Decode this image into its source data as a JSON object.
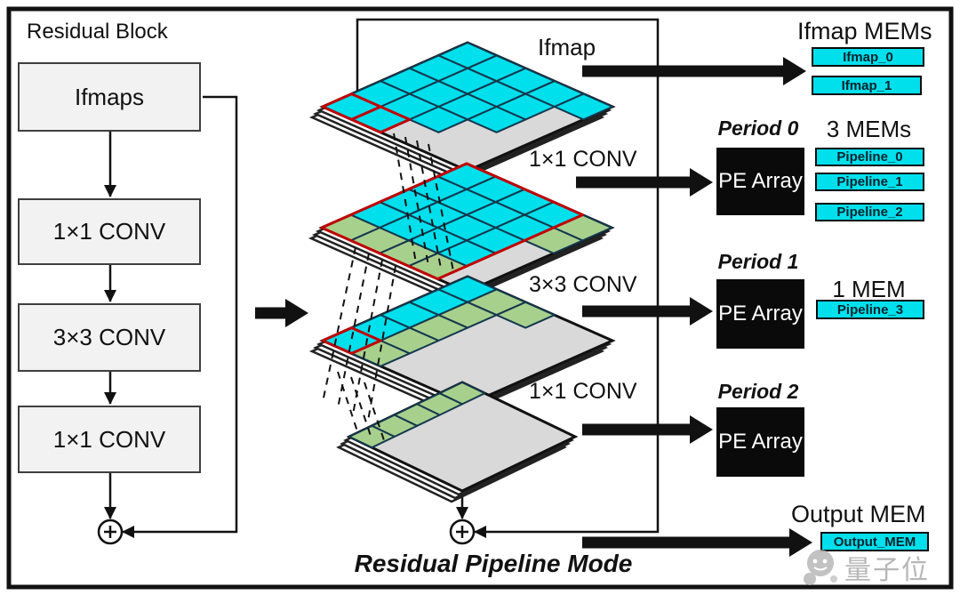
{
  "colors": {
    "cyan": "#00DFEC",
    "green": "#A8D08D",
    "gray": "#D9D9D9",
    "red": "#C00000",
    "cell_stroke": "#14384e",
    "ink": "#111111"
  },
  "left_panel": {
    "title": "Residual Block",
    "boxes": [
      "Ifmaps",
      "1×1 CONV",
      "3×3 CONV",
      "1×1 CONV"
    ],
    "adder": "+"
  },
  "stack_panel": {
    "ifmap_label": "Ifmap",
    "conv_labels": [
      "1×1 CONV",
      "3×3 CONV",
      "1×1 CONV"
    ],
    "adder": "+",
    "caption": "Residual Pipeline Mode"
  },
  "right_panel": {
    "ifmap_mems": {
      "title": "Ifmap MEMs",
      "items": [
        "Ifmap_0",
        "Ifmap_1"
      ]
    },
    "period0": {
      "label": "Period 0",
      "pe": "PE Array",
      "mem_title": "3 MEMs",
      "mems": [
        "Pipeline_0",
        "Pipeline_1",
        "Pipeline_2"
      ]
    },
    "period1": {
      "label": "Period 1",
      "pe": "PE Array",
      "mem_title": "1 MEM",
      "mems": [
        "Pipeline_3"
      ]
    },
    "period2": {
      "label": "Period 2",
      "pe": "PE Array"
    },
    "output": {
      "title": "Output MEM",
      "items": [
        "Output_MEM"
      ]
    }
  },
  "watermark": {
    "text": "量子位"
  },
  "diagram": {
    "cell_legend": {
      "C": "cyan computed cell",
      "G": "green in-flight cell",
      "X": "gray not-computed area",
      "R": "cyan cell with red conv window"
    },
    "layers": [
      {
        "name": "Ifmap",
        "rows": [
          "CCCCC",
          "CCCCX",
          "CCCCX",
          "CCCXX",
          "RRXXX"
        ]
      },
      {
        "name": "1×1 CONV output",
        "rows": [
          "CCCCG",
          "CCCCG",
          "CCCCX",
          "CCCCX",
          "GGGGX"
        ],
        "red_outline": [
          [
            0,
            0
          ],
          [
            0,
            4
          ],
          [
            5,
            4
          ],
          [
            5,
            0
          ]
        ]
      },
      {
        "name": "3×3 CONV output",
        "rows": [
          "CGGXX",
          "CGXXX",
          "CGXXX",
          "CGXXX",
          "RGXXX"
        ]
      },
      {
        "name": "1×1 CONV output",
        "rows": [
          "GXXXX",
          "GXXXX",
          "GXXXX",
          "GXXXX",
          "GXXXX"
        ]
      }
    ]
  }
}
